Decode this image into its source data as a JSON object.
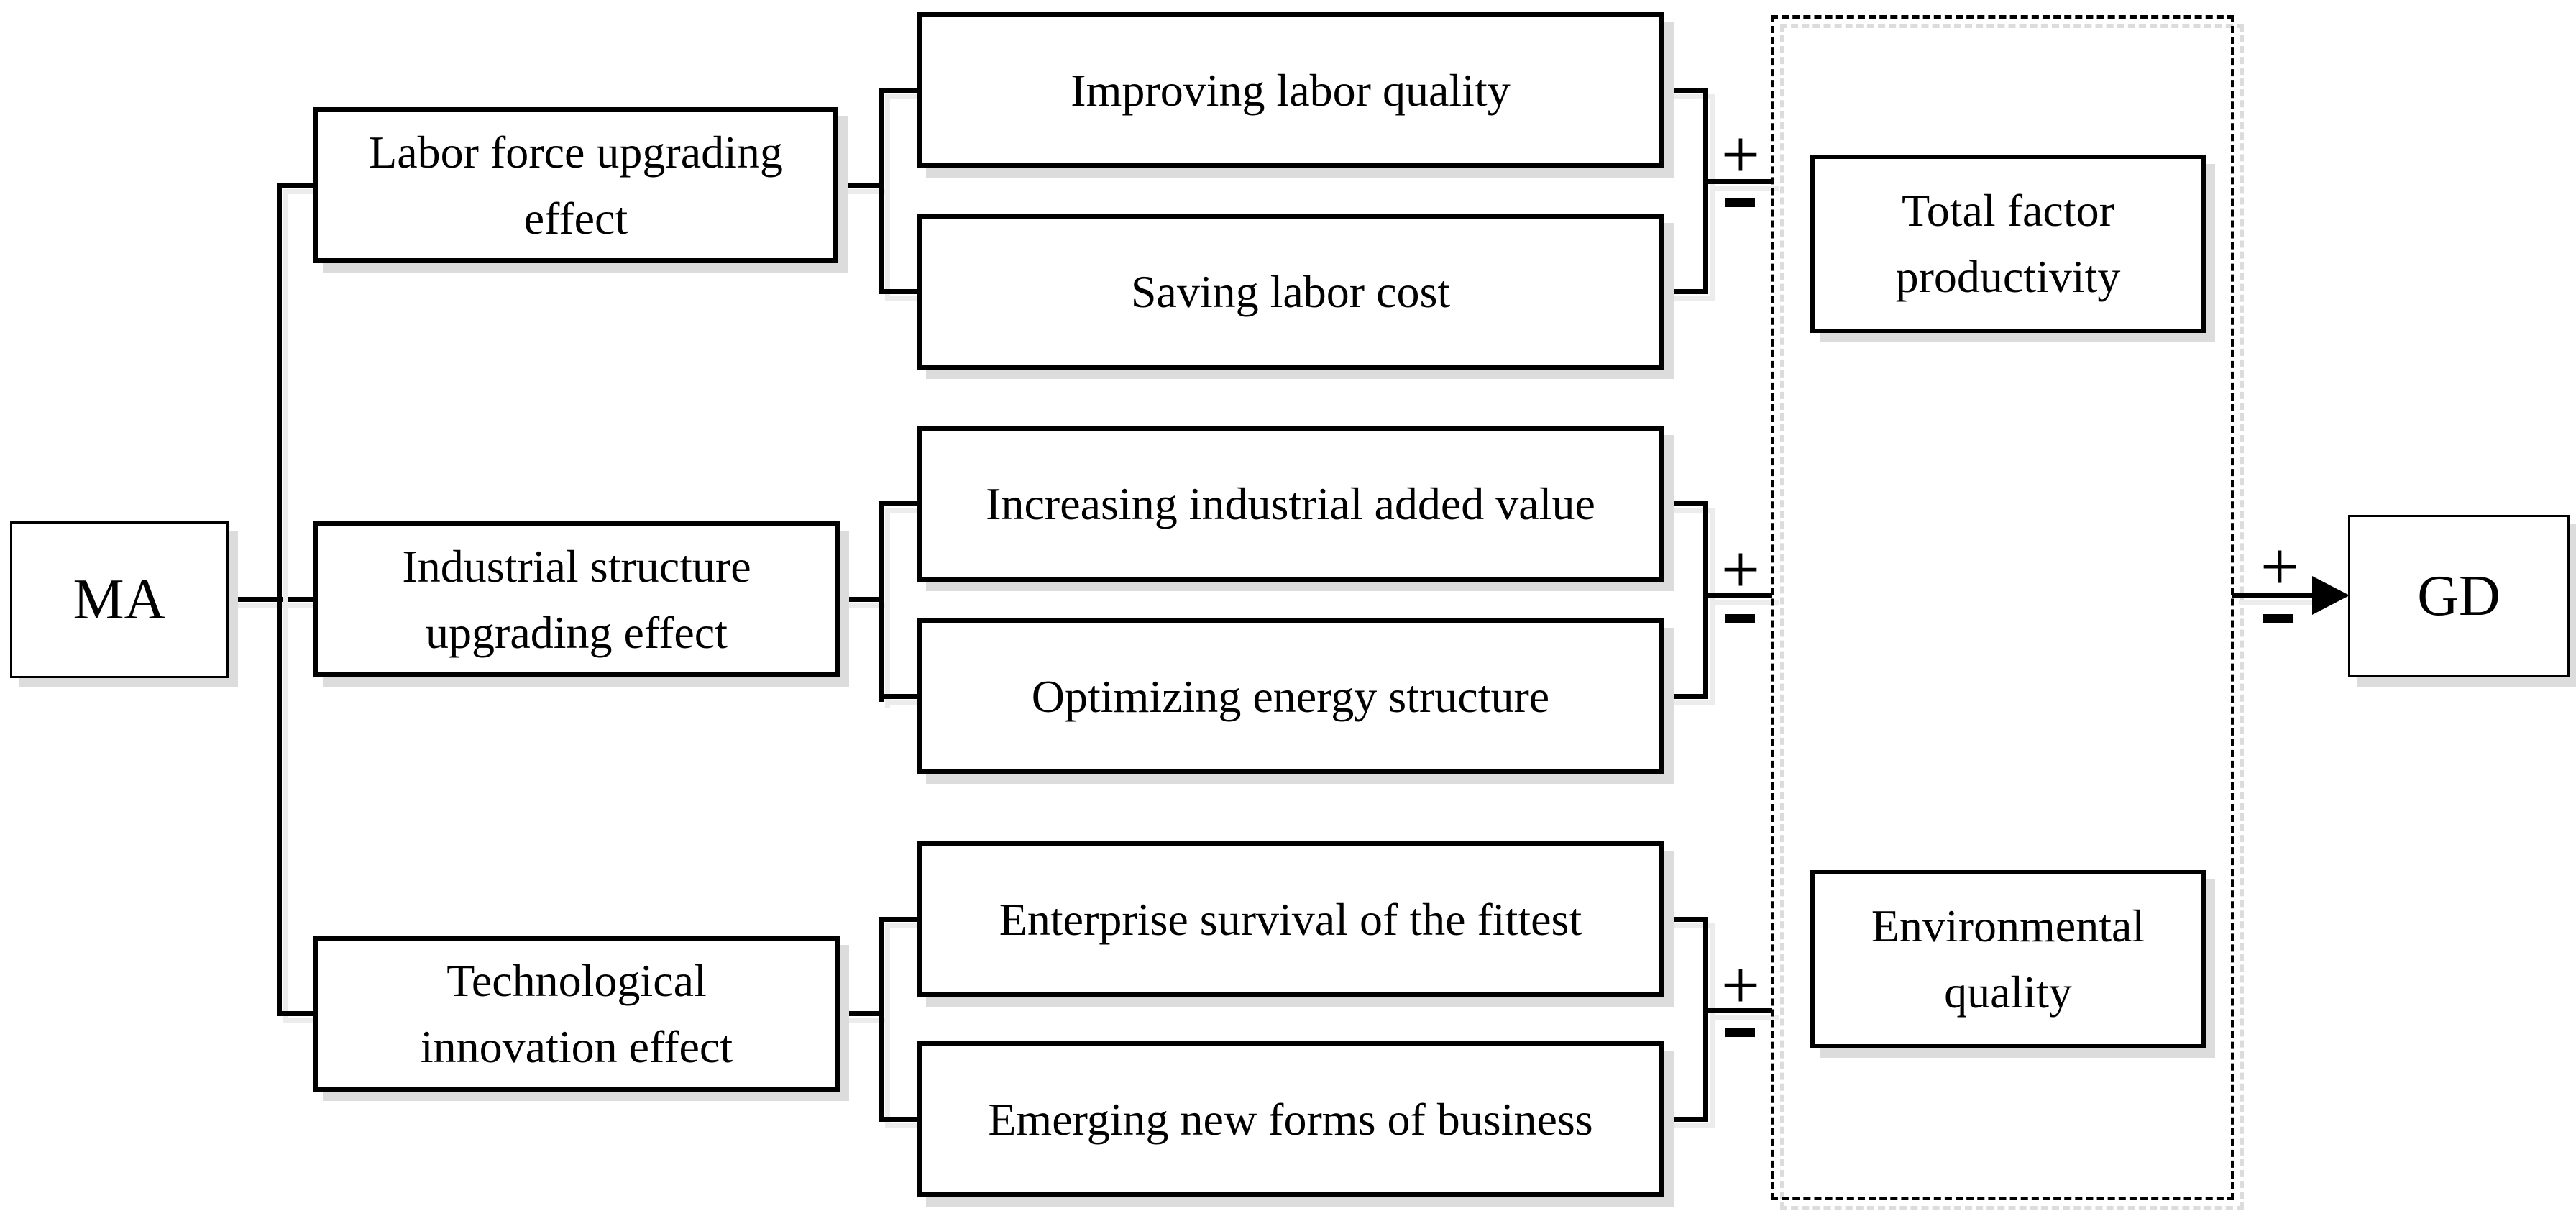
{
  "figure": {
    "left_node": {
      "label": "MA"
    },
    "right_node": {
      "label": "GD"
    },
    "effects": [
      {
        "label": "Labor force upgrading effect",
        "line1": "Labor force upgrading",
        "line2": "effect",
        "mechanisms": [
          "Improving labor quality",
          "Saving labor cost"
        ],
        "sign_positive": "+",
        "sign_negative": "−"
      },
      {
        "label": "Industrial structure upgrading effect",
        "line1": "Industrial structure",
        "line2": "upgrading effect",
        "mechanisms": [
          "Increasing industrial added value",
          "Optimizing energy structure"
        ],
        "sign_positive": "+",
        "sign_negative": "−"
      },
      {
        "label": "Technological innovation effect",
        "line1": "Technological",
        "line2": "innovation effect",
        "mechanisms": [
          "Enterprise survival of the fittest",
          "Emerging new forms of business"
        ],
        "sign_positive": "+",
        "sign_negative": "−"
      }
    ],
    "outcomes": [
      {
        "label": "Total factor productivity",
        "line1": "Total factor",
        "line2": "productivity"
      },
      {
        "label": "Environmental quality",
        "line1": "Environmental",
        "line2": "quality"
      }
    ],
    "final_link": {
      "sign_positive": "+",
      "sign_negative": "−"
    },
    "colors": {
      "ink": "#000000",
      "shadow": "#dcdcdc",
      "background": "#ffffff"
    }
  }
}
